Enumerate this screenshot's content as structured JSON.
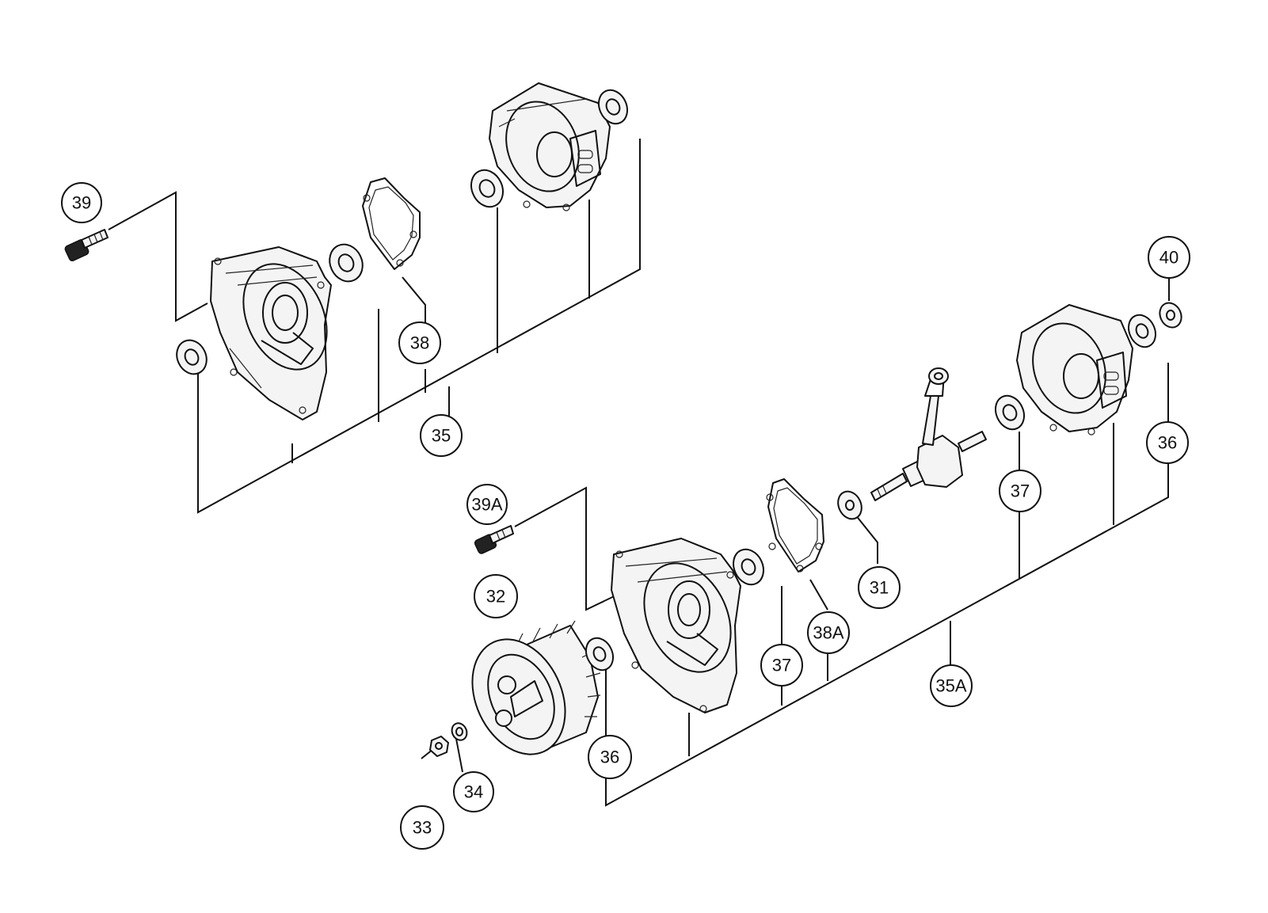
{
  "diagram": {
    "callouts": [
      {
        "id": "c39",
        "label": "39"
      },
      {
        "id": "c38",
        "label": "38"
      },
      {
        "id": "c35",
        "label": "35"
      },
      {
        "id": "c40",
        "label": "40"
      },
      {
        "id": "c36a",
        "label": "36"
      },
      {
        "id": "c37a",
        "label": "37"
      },
      {
        "id": "c31",
        "label": "31"
      },
      {
        "id": "c39A",
        "label": "39A"
      },
      {
        "id": "c32",
        "label": "32"
      },
      {
        "id": "c38A",
        "label": "38A"
      },
      {
        "id": "c37b",
        "label": "37"
      },
      {
        "id": "c35A",
        "label": "35A"
      },
      {
        "id": "c36b",
        "label": "36"
      },
      {
        "id": "c34",
        "label": "34"
      },
      {
        "id": "c33",
        "label": "33"
      }
    ]
  }
}
